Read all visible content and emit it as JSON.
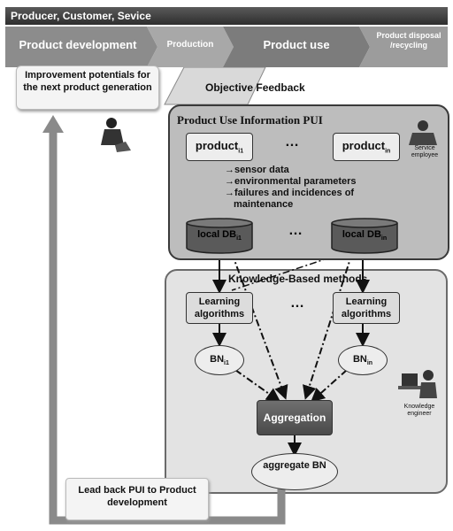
{
  "header": {
    "title": "Producer, Customer, Sevice"
  },
  "phases": {
    "product_development": "Product development",
    "production": "Production",
    "product_use": "Product use",
    "disposal": "Product disposal /recycling"
  },
  "improvement": {
    "text": "Improvement potentials for the next product generation"
  },
  "objective_feedback": "Objective Feedback",
  "pui_panel": {
    "title": "Product Use Information PUI",
    "product_1": "product",
    "product_1_sub": "i1",
    "product_n": "product",
    "product_n_sub": "in",
    "dots_top": "…",
    "items": [
      "→sensor data",
      "→environmental parameters",
      "→failures and incidences of",
      "maintenance"
    ],
    "db_1": "local DB",
    "db_1_sub": "i1",
    "db_n": "local DB",
    "db_n_sub": "in",
    "dots_db": "…",
    "service_label": "Service employee"
  },
  "kb_panel": {
    "title": "Knowledge-Based methods",
    "learning_1": "Learning algorithms",
    "learning_n": "Learning algorithms",
    "dots": "…",
    "bn_1": "BN",
    "bn_1_sub": "i1",
    "bn_n": "BN",
    "bn_n_sub": "in",
    "aggregation": "Aggregation",
    "aggregate_bn": "aggregate BN",
    "engineer_label": "Knowledge engineer"
  },
  "lead_back": "Lead back PUI to Product development",
  "colors": {
    "dark_bar": "#3a3a3a",
    "panel_dark": "#bdbdbd",
    "panel_light": "#e3e3e3",
    "arrow": "#7a7a7a"
  }
}
